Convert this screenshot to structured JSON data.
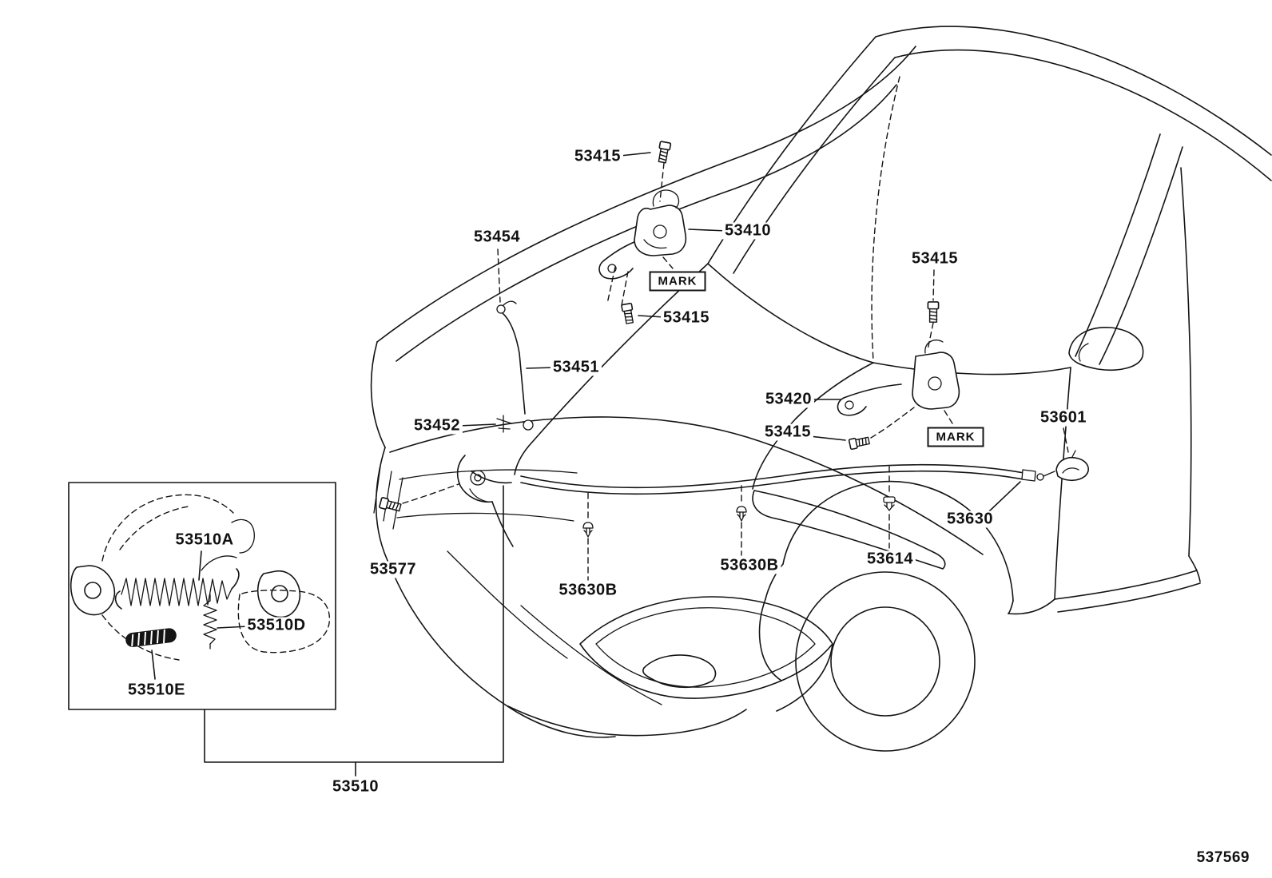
{
  "page": {
    "background": "#ffffff",
    "line_color": "#141414"
  },
  "drawing_number": "537569",
  "labels": [
    {
      "text": "53415"
    },
    {
      "text": "53454"
    },
    {
      "text": "53410"
    },
    {
      "text": "53415"
    },
    {
      "text": "53415"
    },
    {
      "text": "53451"
    },
    {
      "text": "53452"
    },
    {
      "text": "53420"
    },
    {
      "text": "53415"
    },
    {
      "text": "53601"
    },
    {
      "text": "53630"
    },
    {
      "text": "53614"
    },
    {
      "text": "53630B"
    },
    {
      "text": "53630B"
    },
    {
      "text": "53577"
    },
    {
      "text": "53510A"
    },
    {
      "text": "53510D"
    },
    {
      "text": "53510E"
    },
    {
      "text": "53510"
    }
  ],
  "marks": [
    {
      "text": "MARK"
    },
    {
      "text": "MARK"
    }
  ]
}
